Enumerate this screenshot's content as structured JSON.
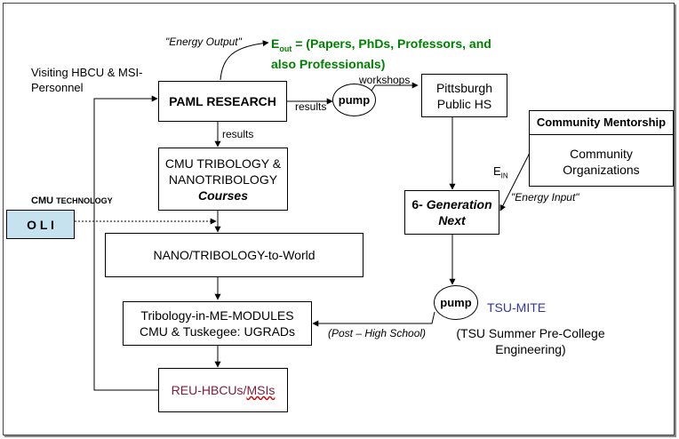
{
  "energy_output": {
    "label": "\"Energy Output\"",
    "e_symbol": "E",
    "e_subscript": "out",
    "line1": " = (Papers, PhDs, Professors, and",
    "line2": "also Professionals)"
  },
  "visiting_personnel": {
    "line1": "Visiting HBCU & MSI-",
    "line2": "Personnel"
  },
  "paml_research": "PAML RESEARCH",
  "results_right": "results",
  "pump_top": "pump",
  "workshops": "workshops",
  "pittsburgh": {
    "line1": "Pittsburgh",
    "line2": "Public HS"
  },
  "community_mentorship": {
    "header": "Community Mentorship",
    "line1": "Community",
    "line2": "Organizations"
  },
  "e_in": {
    "symbol": "E",
    "subscript": "IN"
  },
  "energy_input": "\"Energy Input\"",
  "results_down": "results",
  "courses": {
    "line1": "CMU TRIBOLOGY &",
    "line2": "NANOTRIBOLOGY",
    "line3": "Courses"
  },
  "cmu_technology": {
    "prefix": "CMU",
    "suffix": "TECHNOLOGY"
  },
  "oli": "O L I",
  "generation_next": {
    "line1_prefix": "6- ",
    "line1_emph": "Generation",
    "line2": "Next"
  },
  "nano_world": "NANO/TRIBOLOGY-to-World",
  "modules": {
    "line1": "Tribology-in-ME-MODULES",
    "line2": "CMU & Tuskegee: UGRADs"
  },
  "pump_bottom": "pump",
  "tsu_mite": "TSU-MITE",
  "post_high_school": "(Post – High School)",
  "tsu_summer": {
    "line1": "(TSU Summer Pre-College",
    "line2": "Engineering)"
  },
  "reu": {
    "prefix": "REU-HBCUs/",
    "underlined": "MSIs"
  },
  "colors": {
    "green": "#008000",
    "blue": "#3333aa",
    "maroon": "#7b1b3a",
    "oli_fill": "#c6e2ee"
  }
}
